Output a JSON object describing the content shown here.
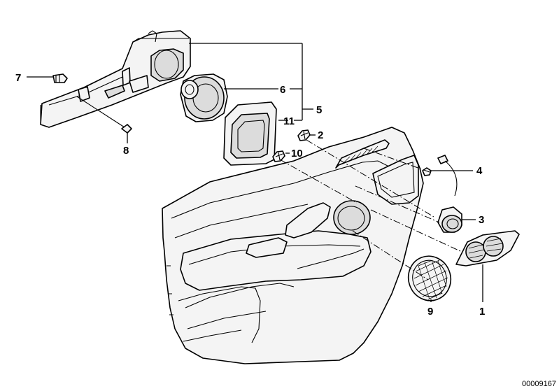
{
  "callouts": {
    "c1": "1",
    "c2": "2",
    "c3": "3",
    "c4": "4",
    "c5": "5",
    "c6": "6",
    "c7": "7",
    "c8": "8",
    "c9": "9",
    "c10": "10",
    "c11": "11"
  },
  "reference_number": "00009167"
}
